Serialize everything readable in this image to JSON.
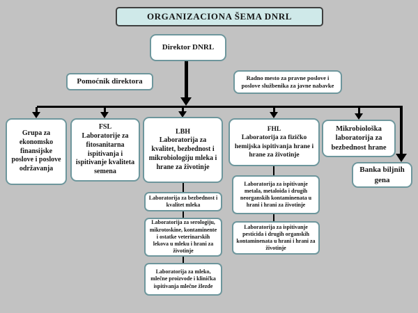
{
  "title": "ORGANIZACIONA ŠEMA DNRL",
  "colors": {
    "background": "#c2c2c2",
    "box_fill": "#ffffff",
    "box_border": "#6d969c",
    "title_fill": "#cfe9e9",
    "connector": "#000000"
  },
  "nodes": {
    "direktor": {
      "label": "Direktor DNRL"
    },
    "pomocnik": {
      "label": "Pomoćnik direktora"
    },
    "radno_mesto": {
      "label": "Radno mesto za pravne poslove i poslove službenika za javne nabavke"
    },
    "grupa": {
      "label": "Grupa za ekonomsko finansijske poslove i poslove održavanja"
    },
    "fsl": {
      "code": "FSL",
      "label": "Laboratorije za fitosanitarna ispitivanja i ispitivanje kvaliteta semena"
    },
    "lbh": {
      "code": "LBH",
      "label": "Laboratorija za kvalitet, bezbednost i mikrobiologiju mleka i hrane za životinje"
    },
    "fhl": {
      "code": "FHL",
      "label": "Laboratorija za fizičko hemijska ispitivanja hrane i hrane za životinje"
    },
    "mikrobioloska": {
      "label": "Mikrobiološka laboratorija za bezbednost hrane"
    },
    "banka": {
      "label": "Banka biljnih gena"
    },
    "lbh_sub1": {
      "label": "Laboratorija za bezbednost i kvalitet mleka"
    },
    "lbh_sub2": {
      "label": "Laboratorija za serologiju, mikrotoskine, kontaminente i ostatke veterinarskih lekova u mleku i hrani za životinje"
    },
    "lbh_sub3": {
      "label": "Laboratorija za mleko, mlečne proizvode i klinička ispitivanja mlečne žlezde"
    },
    "fhl_sub1": {
      "label": "Laboratorija za ispitivanje metala, metaloida i drugih neorganskih kontaminenata u hrani i hrani za životinje"
    },
    "fhl_sub2": {
      "label": "Laboratorija za ispitivanje pesticida i drugih organskih kontaminenata u hrani i hrani za životinje"
    }
  }
}
